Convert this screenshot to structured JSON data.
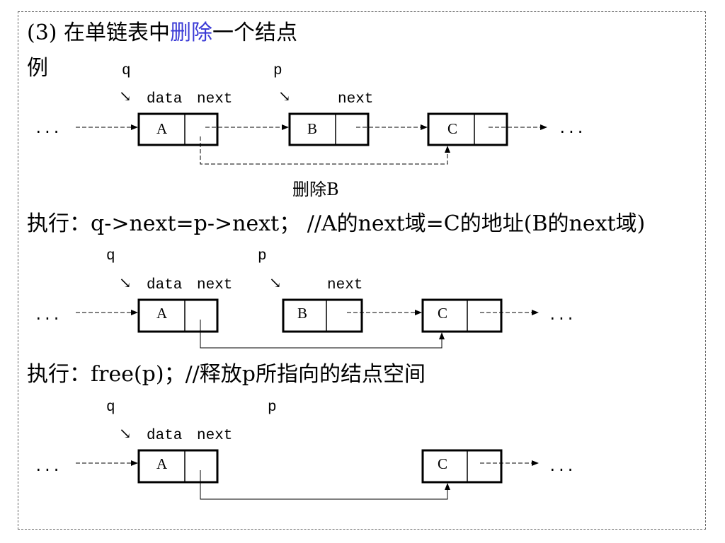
{
  "title": {
    "prefix": "(3) 在单链表中",
    "highlight": "删除",
    "suffix": "一个结点"
  },
  "example_label": "例",
  "diagrams": [
    {
      "pointer_q": "q",
      "pointer_p": "p",
      "q_arrow": "↘",
      "p_arrow": "↘",
      "field_data": "data",
      "field_next_a": "next",
      "field_next_b": "next",
      "left_ellipsis": "...",
      "right_ellipsis": "...",
      "nodes": [
        "A",
        "B",
        "C"
      ],
      "caption": "删除B"
    },
    {
      "pointer_q": "q",
      "pointer_p": "p",
      "q_arrow": "↘",
      "p_arrow": "↘",
      "field_data": "data",
      "field_next_a": "next",
      "field_next_b": "next",
      "left_ellipsis": "...",
      "right_ellipsis": "...",
      "nodes": [
        "A",
        "B",
        "C"
      ]
    },
    {
      "pointer_q": "q",
      "pointer_p": "p",
      "q_arrow": "↘",
      "field_data": "data",
      "field_next_a": "next",
      "left_ellipsis": "...",
      "right_ellipsis": "...",
      "nodes": [
        "A",
        "C"
      ]
    }
  ],
  "step1": "执行：q->next=p->next； //A的next域=C的地址(B的next域)",
  "step2": "执行：free(p)；//释放p所指向的结点空间"
}
